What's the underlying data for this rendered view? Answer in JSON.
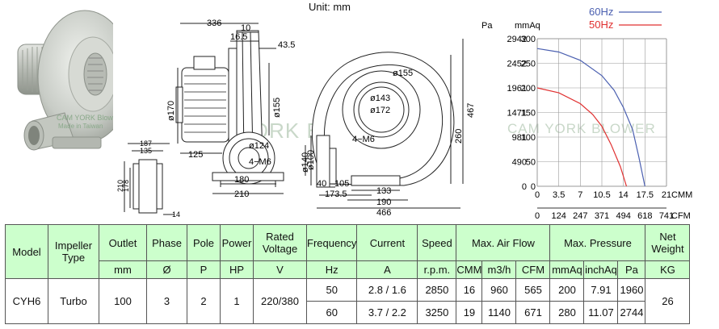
{
  "unit_label": "Unit: mm",
  "photo": {
    "brand_line1": "CAM YORK Blower",
    "brand_line2": "Made in Taiwan"
  },
  "watermark": "CAM YORK BLOWER",
  "dimensions": {
    "d336": "336",
    "d10": "10",
    "d16_5": "16.5",
    "d43_5": "43.5",
    "d170": "ø170",
    "d155s": "ø155",
    "d124": "ø124",
    "m6a": "4−M6",
    "d125": "125",
    "d180": "180",
    "d210": "210",
    "d187": "187",
    "d135": "135",
    "d210v": "210",
    "d178": "178",
    "d14": "14",
    "d155c": "ø155",
    "d143": "ø143",
    "d172": "ø172",
    "m6b": "4−M6",
    "d467": "467",
    "d260": "260",
    "d140": "ø140",
    "d100": "ø100",
    "d40": "40",
    "d105": "105",
    "d173_5": "173.5",
    "d133": "133",
    "d190": "190",
    "d466": "466"
  },
  "chart_data": {
    "type": "line",
    "y_left_label": "Pa",
    "y_right_label": "mmAq",
    "y_left_ticks": [
      "0",
      "490",
      "981",
      "1471",
      "1961",
      "2452",
      "2942"
    ],
    "y_right_ticks": [
      "0",
      "50",
      "100",
      "150",
      "200",
      "250",
      "300"
    ],
    "ylim": [
      0,
      300
    ],
    "x_unit_cmm": "CMM",
    "x_ticks_cmm": [
      "0",
      "3.5",
      "7",
      "10.5",
      "14",
      "17.5",
      "21"
    ],
    "x_unit_cfm": "CFM",
    "x_ticks_cfm": [
      "0",
      "124",
      "247",
      "371",
      "494",
      "618",
      "741"
    ],
    "xlim": [
      0,
      21
    ],
    "grid": true,
    "legend_position": "top-right",
    "series": [
      {
        "name": "60Hz",
        "color": "#4a5fb0",
        "x": [
          0,
          3.5,
          7,
          10.5,
          12.5,
          14,
          15.5,
          16.5,
          17.5
        ],
        "y": [
          280,
          273,
          256,
          225,
          195,
          160,
          115,
          60,
          0
        ]
      },
      {
        "name": "50Hz",
        "color": "#e03030",
        "x": [
          0,
          3.5,
          7,
          9,
          10.5,
          12,
          13.5,
          14.5
        ],
        "y": [
          200,
          190,
          168,
          146,
          122,
          85,
          40,
          0
        ]
      }
    ]
  },
  "table": {
    "headers": {
      "model": "Model",
      "impeller_type": "Impeller Type",
      "outlet": "Outlet",
      "phase": "Phase",
      "pole": "Pole",
      "power": "Power",
      "rated_voltage": "Rated Voltage",
      "frequency": "Frequency",
      "current": "Current",
      "speed": "Speed",
      "max_air_flow": "Max. Air Flow",
      "max_pressure": "Max. Pressure",
      "net_weight": "Net Weight"
    },
    "units": {
      "outlet": "mm",
      "phase": "Ø",
      "pole": "P",
      "power": "HP",
      "voltage": "V",
      "frequency": "Hz",
      "current": "A",
      "speed": "r.p.m.",
      "flow_cmm": "CMM",
      "flow_m3h": "m3/h",
      "flow_cfm": "CFM",
      "press_mmaq": "mmAq",
      "press_inchaq": "inchAq",
      "press_pa": "Pa",
      "weight": "KG"
    },
    "model": "CYH6",
    "impeller_type": "Turbo",
    "outlet": "100",
    "phase": "3",
    "pole": "2",
    "power": "1",
    "rated_voltage": "220/380",
    "net_weight": "26",
    "rows": [
      {
        "frequency": "50",
        "current": "2.8 / 1.6",
        "speed": "2850",
        "cmm": "16",
        "m3h": "960",
        "cfm": "565",
        "mmaq": "200",
        "inchaq": "7.91",
        "pa": "1960"
      },
      {
        "frequency": "60",
        "current": "3.7 / 2.2",
        "speed": "3250",
        "cmm": "19",
        "m3h": "1140",
        "cfm": "671",
        "mmaq": "280",
        "inchaq": "11.07",
        "pa": "2744"
      }
    ]
  }
}
